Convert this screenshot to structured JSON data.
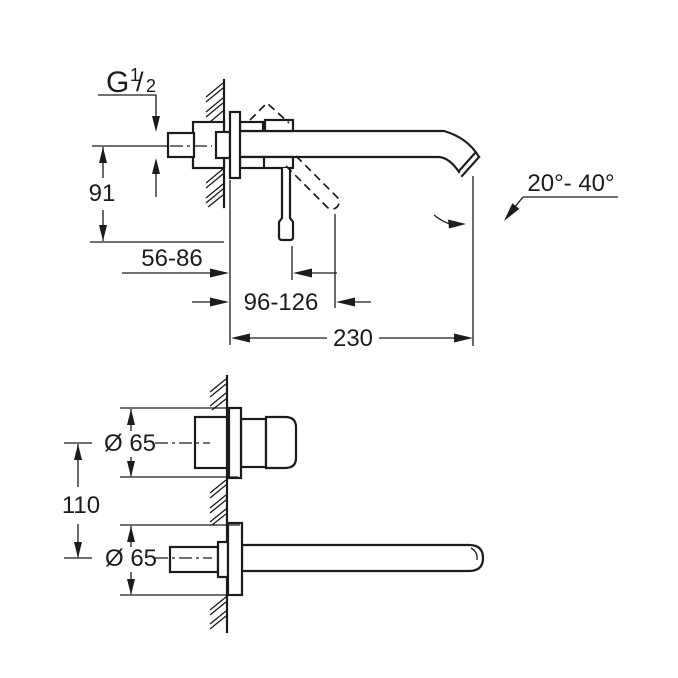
{
  "document": {
    "type": "technical dimension drawing",
    "subject": "wall-mounted two-hole basin mixer faucet"
  },
  "top_view": {
    "thread": {
      "prefix": "G",
      "numerator": "1",
      "slash": "/",
      "denominator": "2"
    },
    "height_to_lever": "91",
    "wall_depth_range": "56-86",
    "lever_depth_range": "96-126",
    "spout_projection": "230",
    "spray_angle_range": "20°- 40°"
  },
  "front_view": {
    "handle_diameter": "Ø 65",
    "spout_diameter": "Ø 65",
    "center_distance": "110"
  },
  "colors": {
    "line": "#1c1c1c",
    "background": "#ffffff"
  }
}
